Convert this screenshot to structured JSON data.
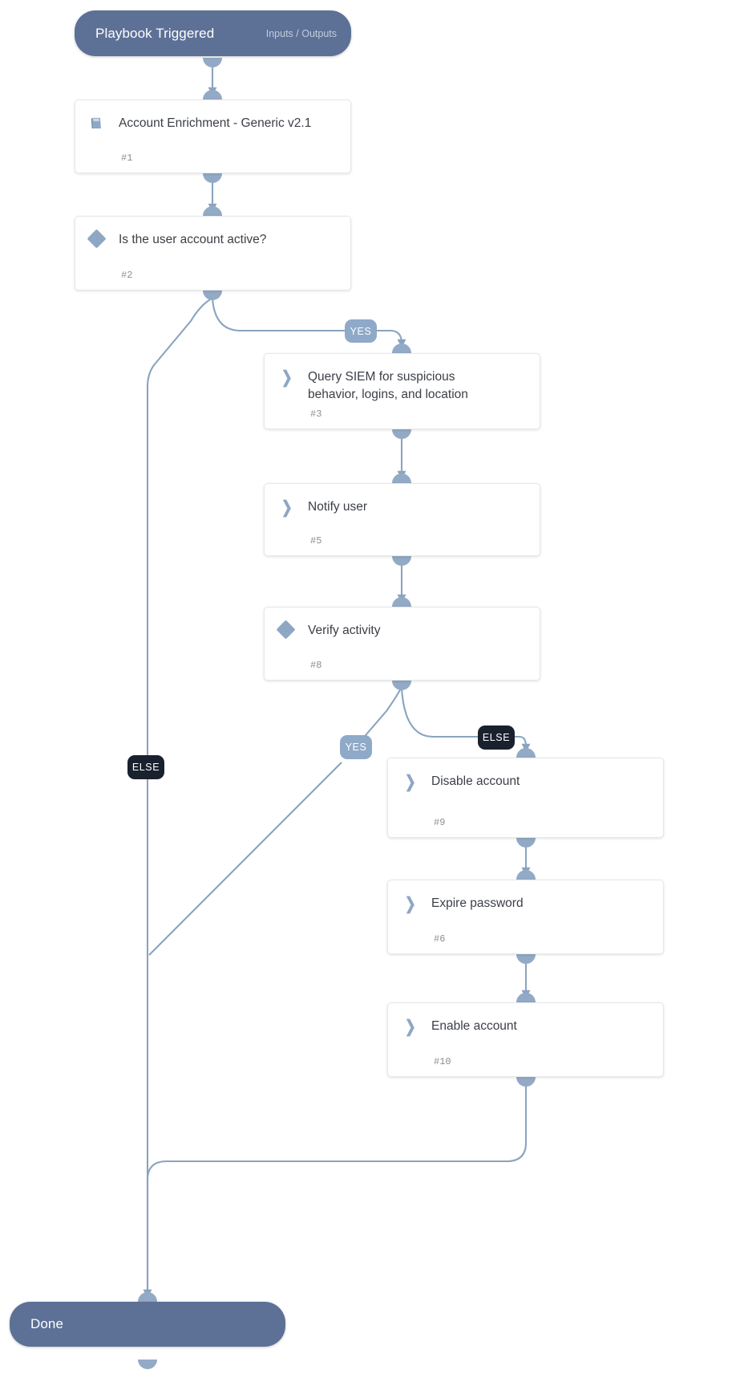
{
  "diagram": {
    "type": "playbook-flow",
    "accent_color": "#5d7096",
    "wire_color": "#8aa4c0",
    "yes_badge_color": "#8fa9c8",
    "else_badge_color": "#19212e"
  },
  "start": {
    "title": "Playbook Triggered",
    "subtitle": "Inputs / Outputs"
  },
  "end": {
    "title": "Done"
  },
  "nodes": [
    {
      "id": "n1",
      "title": "Account Enrichment - Generic v2.1",
      "num": "#1",
      "icon": "book-icon"
    },
    {
      "id": "n2",
      "title": "Is the user account active?",
      "num": "#2",
      "icon": "diamond-icon"
    },
    {
      "id": "n3",
      "title": "Query SIEM for suspicious behavior, logins, and location",
      "num": "#3",
      "icon": "chevron-icon"
    },
    {
      "id": "n5",
      "title": "Notify user",
      "num": "#5",
      "icon": "chevron-icon"
    },
    {
      "id": "n8",
      "title": "Verify activity",
      "num": "#8",
      "icon": "diamond-icon"
    },
    {
      "id": "n9",
      "title": "Disable account",
      "num": "#9",
      "icon": "chevron-icon"
    },
    {
      "id": "n6",
      "title": "Expire password",
      "num": "#6",
      "icon": "chevron-icon"
    },
    {
      "id": "n10",
      "title": "Enable account",
      "num": "#10",
      "icon": "chevron-icon"
    }
  ],
  "badges": [
    {
      "id": "b1",
      "label": "YES",
      "from": "#2",
      "to": "#3"
    },
    {
      "id": "b2",
      "label": "ELSE",
      "from": "#2",
      "to": "Done"
    },
    {
      "id": "b3",
      "label": "YES",
      "from": "#8",
      "to": "Done"
    },
    {
      "id": "b4",
      "label": "ELSE",
      "from": "#8",
      "to": "#9"
    }
  ]
}
